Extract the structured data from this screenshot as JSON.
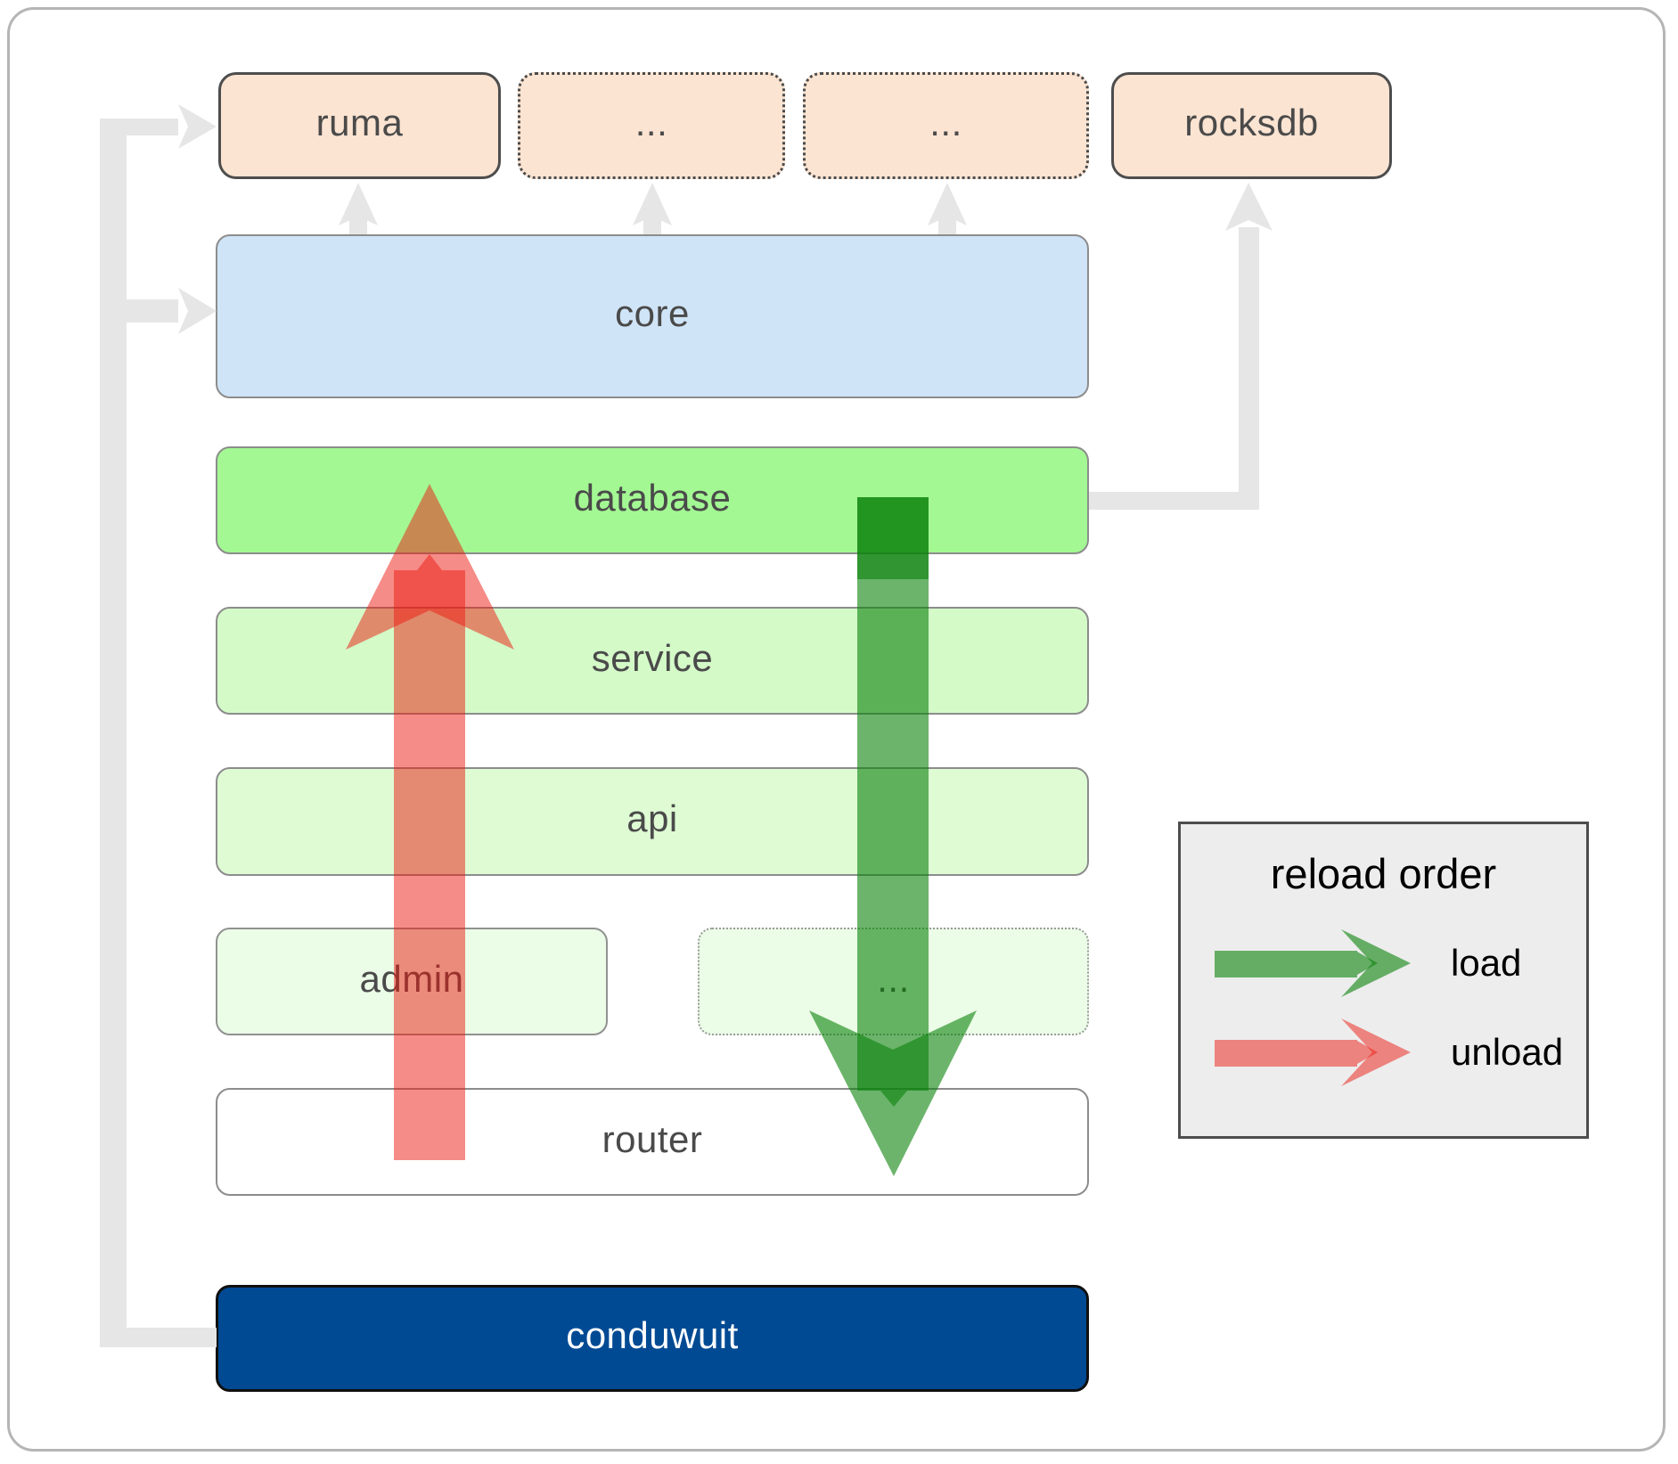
{
  "diagram": {
    "boxes": {
      "ruma": "ruma",
      "dots_top_1": "...",
      "dots_top_2": "...",
      "rocksdb": "rocksdb",
      "core": "core",
      "database": "database",
      "service": "service",
      "api": "api",
      "admin": "admin",
      "dots_bottom": "...",
      "router": "router",
      "conduwuit": "conduwuit"
    }
  },
  "legend": {
    "title": "reload order",
    "load_label": "load",
    "unload_label": "unload"
  },
  "colors": {
    "load_arrow": "rgba(10,130,10,0.6)",
    "unload_arrow": "rgba(235,25,15,0.5)",
    "connector": "#e6e6e6",
    "peach_box": "#fce4d2",
    "core_box": "#d0e4f7",
    "database_box": "#a3f893",
    "service_box": "#d4fac8",
    "api_box": "#defbd4",
    "admin_box": "#ebfce7",
    "router_box": "#ffffff",
    "conduwuit_box": "#004a94",
    "legend_bg": "#ededed"
  }
}
